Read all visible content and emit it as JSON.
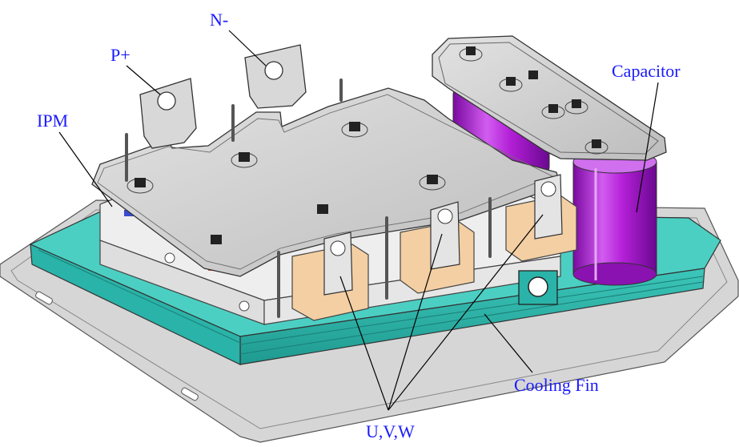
{
  "labels": {
    "n_minus": "N-",
    "p_plus": "P+",
    "ipm": "IPM",
    "capacitor": "Capacitor",
    "cooling_fin": "Cooling Fin",
    "uvw": "U,V,W"
  },
  "colors": {
    "label_text": "#1a1aff",
    "leader_line": "#000000",
    "cooling_fin": "#2ab3a8",
    "base_plate": "#d4d4d4",
    "bus_plate": "#cdcdcd",
    "terminal_block": "#f3cfa3",
    "capacitor": "#b21fd6",
    "ipm_body": "#eeeeee"
  },
  "icons": {
    "bolt": "hex-bolt-icon",
    "terminal_hole": "ring-terminal-icon"
  }
}
